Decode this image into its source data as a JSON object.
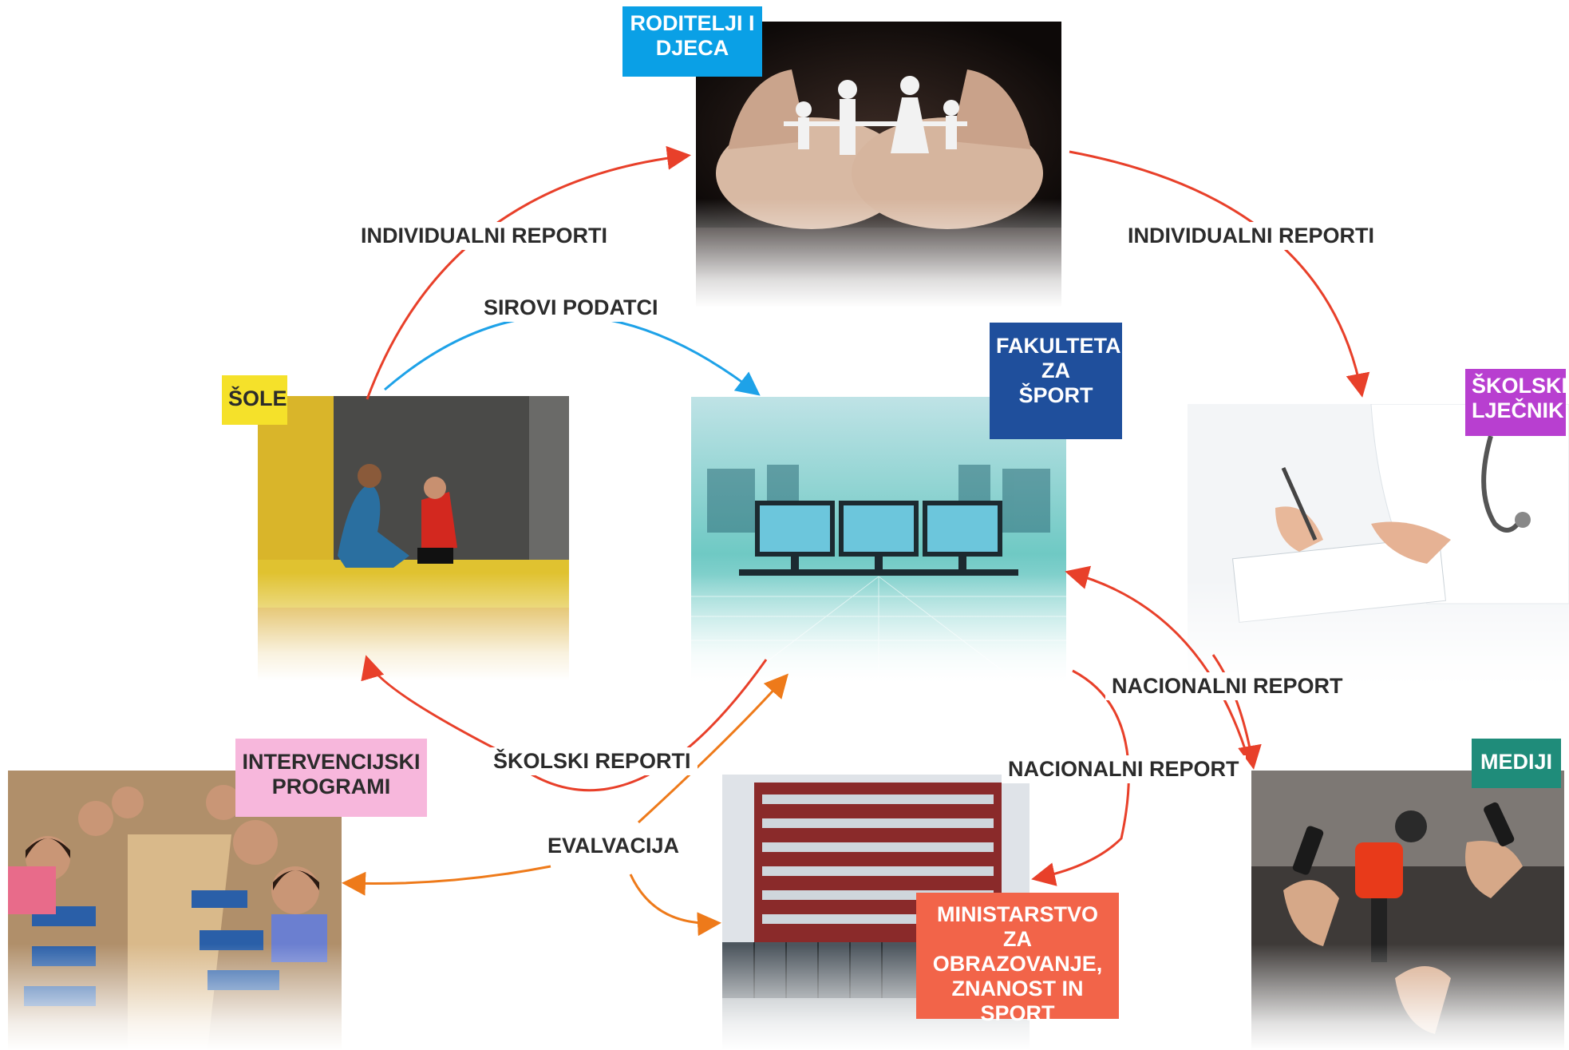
{
  "nodes": {
    "roditelji": {
      "label": "RODITELJI I\nDJECA",
      "color": "#0aa0e6",
      "text_color": "#ffffff"
    },
    "fakulteta": {
      "label": "FAKULTETA\nZA\nŠPORT",
      "color": "#1f4f9c",
      "text_color": "#ffffff"
    },
    "sole": {
      "label": "ŠOLE",
      "color": "#f5e12a",
      "text_color": "#2b2b2b"
    },
    "lijecnik": {
      "label": "ŠKOLSKI\nLJEČNIK",
      "color": "#b83fd0",
      "text_color": "#ffffff"
    },
    "intervencijski": {
      "label": "INTERVENCIJSKI\nPROGRAMI",
      "color": "#f7b7dc",
      "text_color": "#2b2b2b"
    },
    "ministarstvo": {
      "label": "MINISTARSTVO ZA\nOBRAZOVANJE,\nZNANOST IN\nSPORT",
      "color": "#f26449",
      "text_color": "#ffffff"
    },
    "mediji": {
      "label": "MEDIJI",
      "color": "#1f8c7a",
      "text_color": "#ffffff"
    }
  },
  "edge_labels": {
    "individualni_left": "INDIVIDUALNI REPORTI",
    "individualni_right": "INDIVIDUALNI REPORTI",
    "sirovi_podatci": "SIROVI PODATCI",
    "nacionalni_1": "NACIONALNI REPORT",
    "nacionalni_2": "NACIONALNI REPORT",
    "skolski_reporti": "ŠKOLSKI REPORTI",
    "evalvacija": "EVALVACIJA"
  },
  "colors": {
    "red_arrow": "#e8402a",
    "blue_arrow": "#1ea2e8",
    "orange_arrow": "#ee7a1a"
  }
}
